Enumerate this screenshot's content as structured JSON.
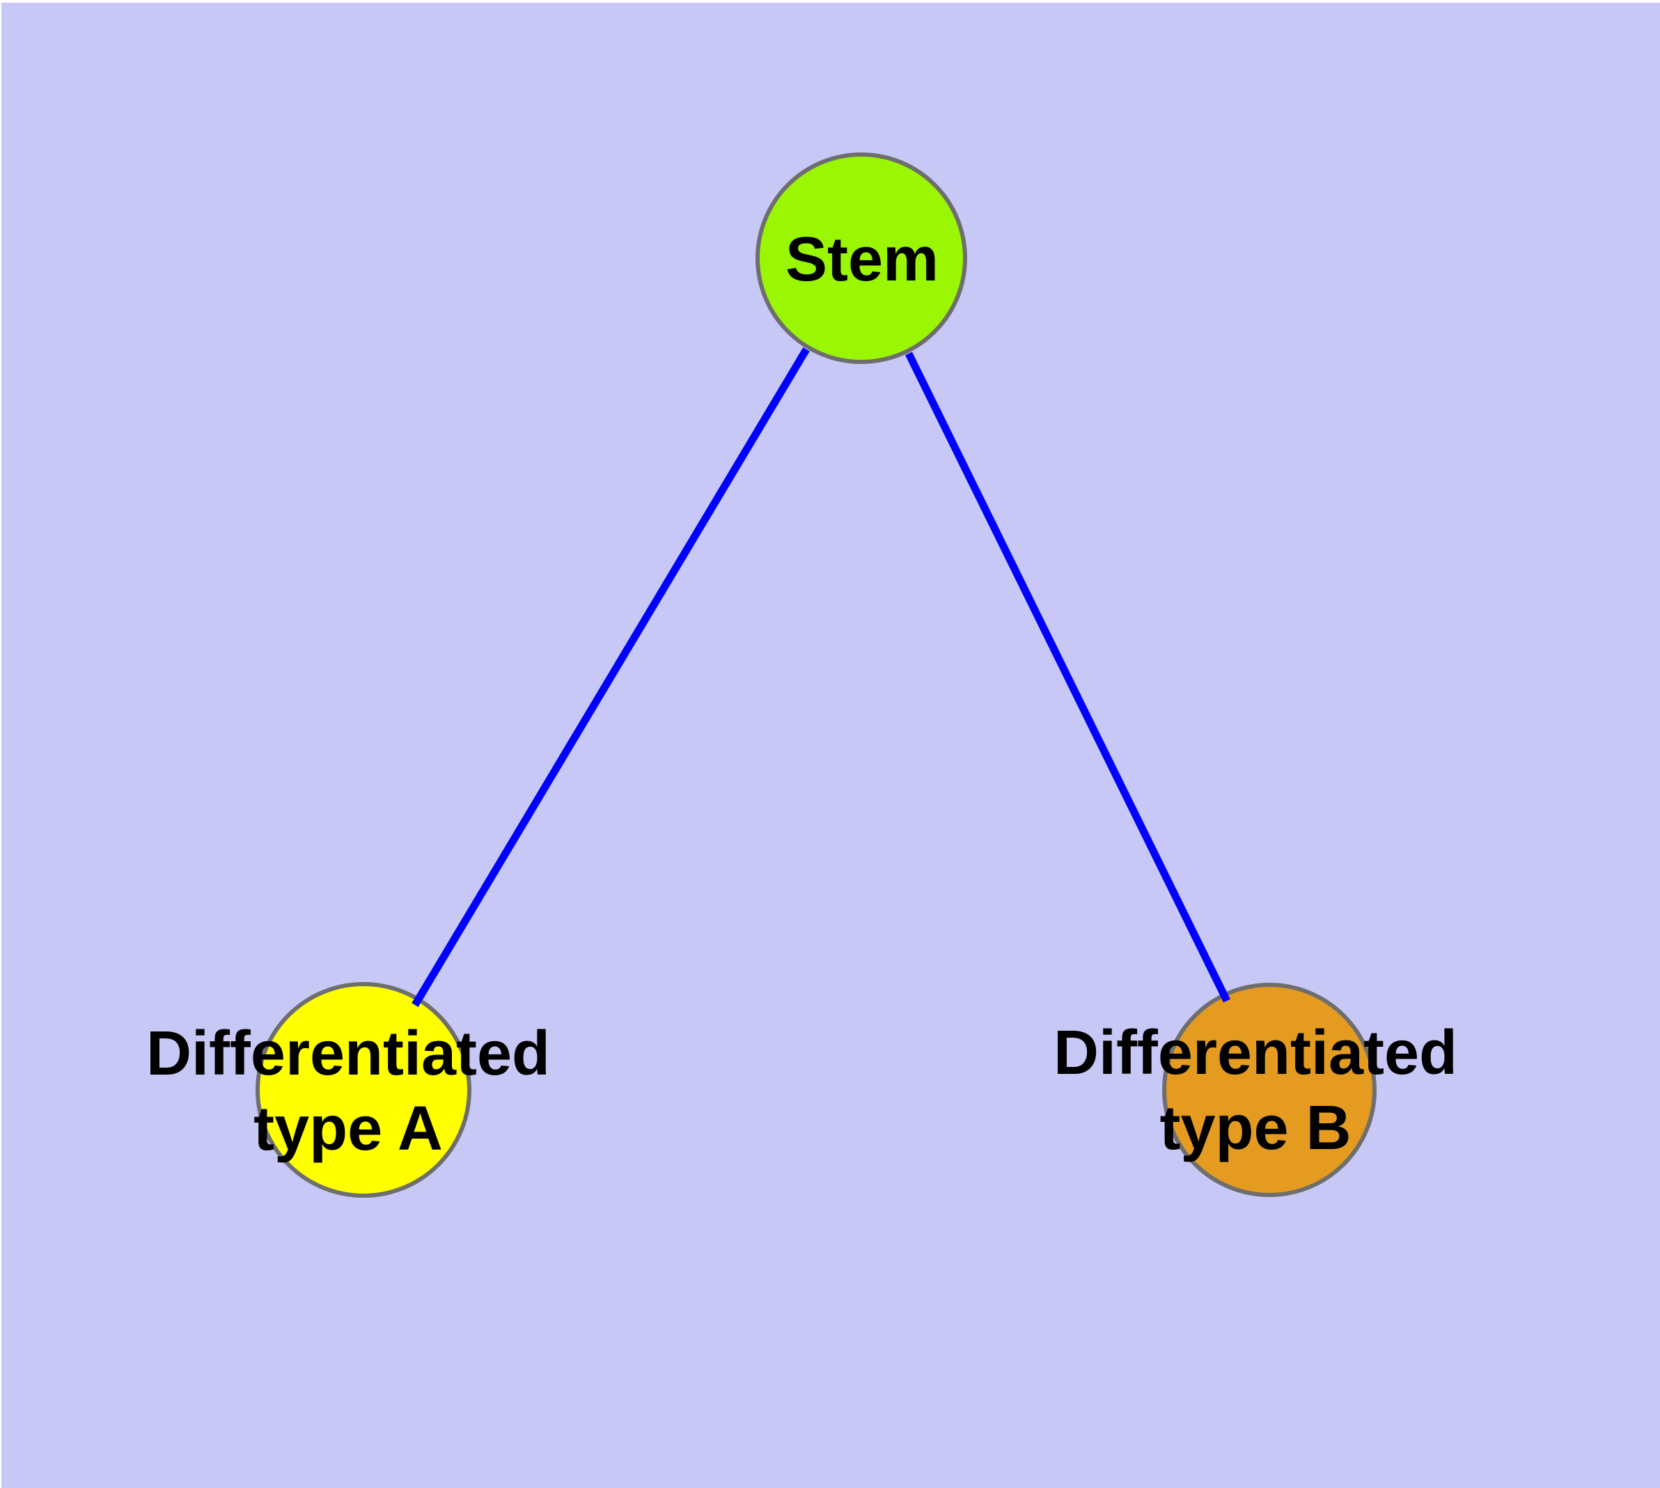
{
  "figure": {
    "background_color": "#C8C8F7",
    "page_edge_color": "#FFFFFF",
    "node_border_color": "#6E6E6E",
    "edge_color": "#0000FF",
    "text_color": "#000000",
    "nodes": {
      "stem": {
        "label": "Stem",
        "fill": "#9AF602"
      },
      "type_a": {
        "label_line1": "Differentiated",
        "label_line2": "type A",
        "label_full": "Differentiated type A",
        "fill": "#FFFF00"
      },
      "type_b": {
        "label_line1": "Differentiated",
        "label_line2": "type B",
        "label_full": "Differentiated type B",
        "fill": "#E49B20"
      }
    },
    "edges": [
      {
        "from": "Stem",
        "to": "Differentiated type A"
      },
      {
        "from": "Stem",
        "to": "Differentiated type B"
      }
    ]
  }
}
